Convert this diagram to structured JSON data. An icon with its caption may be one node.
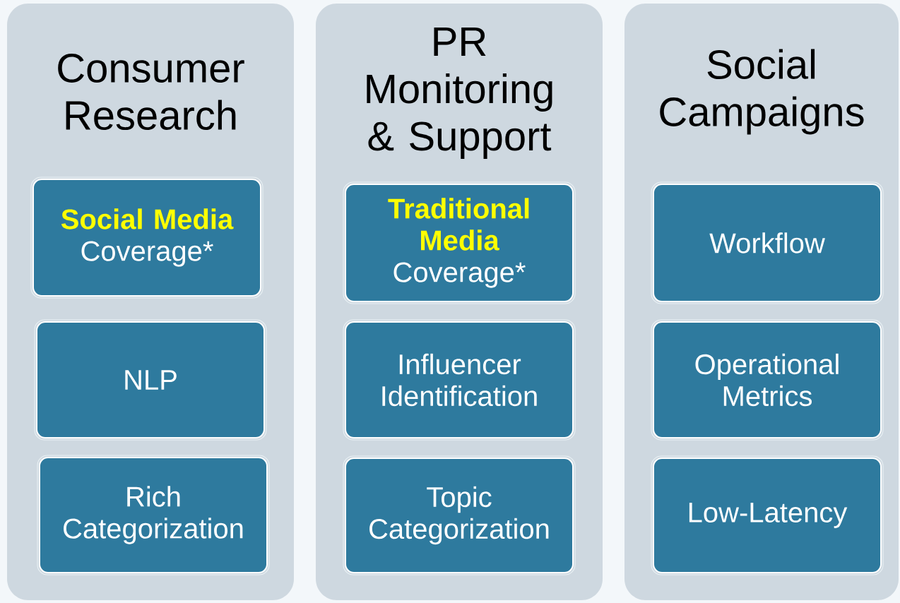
{
  "diagram": {
    "nodes": [
      {
        "text": [
          "Consumer Research"
        ]
      },
      {
        "text": [
          "Social Media",
          "Coverage*"
        ],
        "in": 0
      },
      {
        "text": [
          "NLP"
        ],
        "in": 0
      },
      {
        "text": [
          "Rich Categorization"
        ],
        "in": 0
      },
      {
        "text": [
          "PR Monitoring & Support"
        ]
      },
      {
        "text": [
          "Traditional Media",
          "Coverage*"
        ],
        "in": 4
      },
      {
        "text": [
          "Influencer Identification"
        ],
        "in": 4
      },
      {
        "text": [
          "Topic Categorization"
        ],
        "in": 4
      },
      {
        "text": [
          "Social Campaigns"
        ]
      },
      {
        "text": [
          "Workflow"
        ],
        "in": 8
      },
      {
        "text": [
          "Operational Metrics"
        ],
        "in": 8
      },
      {
        "text": [
          "Low-Latency"
        ],
        "in": 8
      }
    ]
  }
}
